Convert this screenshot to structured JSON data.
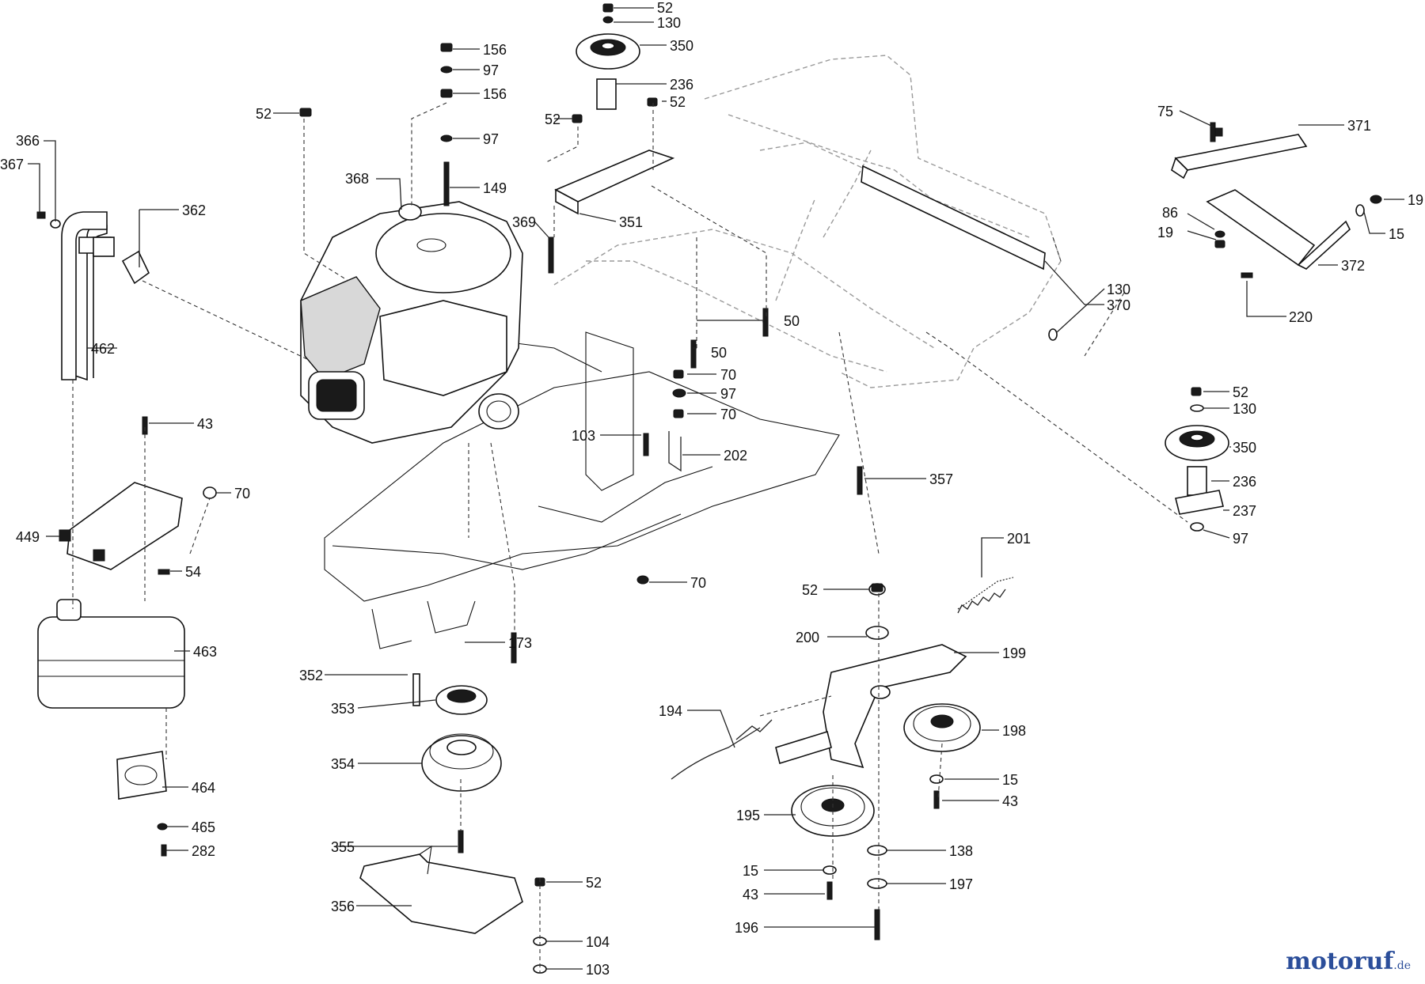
{
  "watermark": {
    "brand": "motoruf",
    "tld": ".de"
  },
  "callouts": {
    "c52a": "52",
    "c130a": "130",
    "c350a": "350",
    "c236a": "236",
    "c156a": "156",
    "c97a": "97",
    "c156b": "156",
    "c97b": "97",
    "c149": "149",
    "c52b": "52",
    "c52c": "52",
    "c52d": "52",
    "c351": "351",
    "c369": "369",
    "c368": "368",
    "c366": "366",
    "c367": "367",
    "c362": "362",
    "c462": "462",
    "c75": "75",
    "c371": "371",
    "c86": "86",
    "c19a": "19",
    "c19b": "19",
    "c15a": "15",
    "c372": "372",
    "c220": "220",
    "c130b": "130",
    "c370": "370",
    "c50a": "50",
    "c50b": "50",
    "c70a": "70",
    "c97c": "97",
    "c70b": "70",
    "c103a": "103",
    "c202": "202",
    "c357": "357",
    "c52e": "52",
    "c130c": "130",
    "c350b": "350",
    "c236b": "236",
    "c237": "237",
    "c97d": "97",
    "c43a": "43",
    "c70c": "70",
    "c449": "449",
    "c54": "54",
    "c463": "463",
    "c464": "464",
    "c465": "465",
    "c282": "282",
    "c70d": "70",
    "c173": "173",
    "c352": "352",
    "c353": "353",
    "c354": "354",
    "c355": "355",
    "c356": "356",
    "c52f": "52",
    "c104": "104",
    "c103b": "103",
    "c201": "201",
    "c52g": "52",
    "c200": "200",
    "c199": "199",
    "c194": "194",
    "c198": "198",
    "c15b": "15",
    "c43b": "43",
    "c195": "195",
    "c138": "138",
    "c15c": "15",
    "c197": "197",
    "c43c": "43",
    "c196": "196"
  }
}
